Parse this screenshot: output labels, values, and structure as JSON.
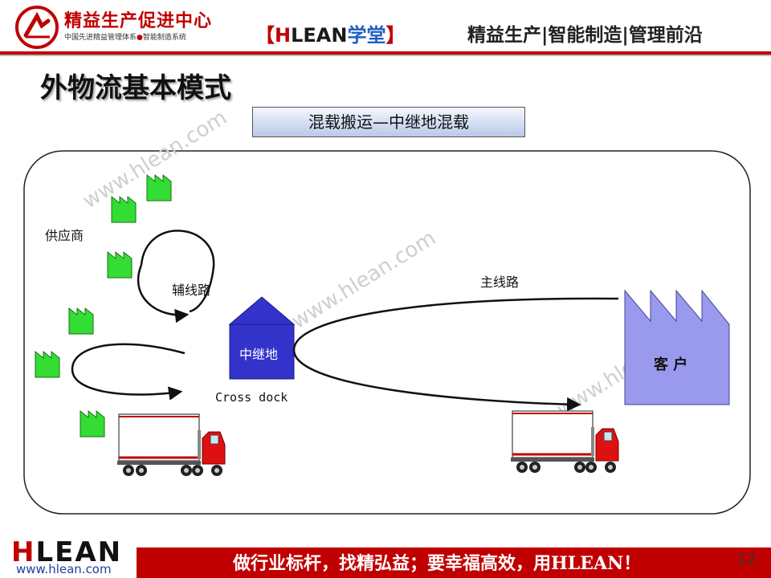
{
  "header": {
    "brand_name": "精益生产促进中心",
    "brand_sub_left": "中国先进精益管理体系",
    "brand_sub_dot": "●",
    "brand_sub_right": "智能制造系统",
    "tag_open": "【",
    "tag_h": "H",
    "tag_lean": "LEAN",
    "tag_xt": "学堂",
    "tag_close": "】",
    "slogan": "精益生产|智能制造|管理前沿"
  },
  "page_title": "外物流基本模式",
  "subtitle": "混载搬运—中继地混载",
  "diagram": {
    "suppliers_label": "供应商",
    "feeder_route_label": "辅线路",
    "hub_label": "中继地",
    "cross_dock_label": "Cross dock",
    "main_route_label": "主线路",
    "customer_label": "客 户",
    "watermark": "www.hlean.com",
    "colors": {
      "supplier_green": "#33dd33",
      "hub_blue": "#3333cc",
      "customer_lavender": "#9999ee",
      "brand_red": "#c00000"
    }
  },
  "footer": {
    "logo_h": "H",
    "logo_rest": "LEAN",
    "url": "www.hlean.com",
    "slogan": "做行业标杆，找精弘益；要幸福高效，用HLEAN！",
    "page_number": "12"
  }
}
